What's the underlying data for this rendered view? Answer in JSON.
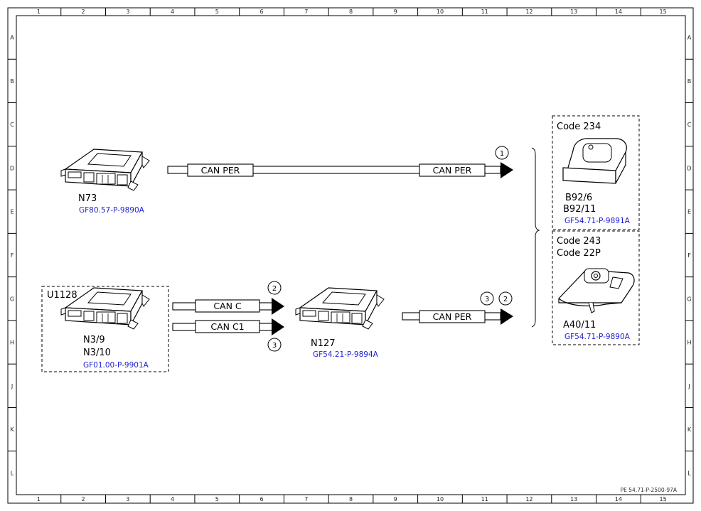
{
  "grid": {
    "columns": [
      "1",
      "2",
      "3",
      "4",
      "5",
      "6",
      "7",
      "8",
      "9",
      "10",
      "11",
      "12",
      "13",
      "14",
      "15"
    ],
    "rows": [
      "A",
      "B",
      "C",
      "D",
      "E",
      "F",
      "G",
      "H",
      "J",
      "K",
      "L"
    ]
  },
  "components": {
    "n73": {
      "label": "N73",
      "ref": "GF80.57-P-9890A"
    },
    "u1128": {
      "group_label": "U1128",
      "label1": "N3/9",
      "label2": "N3/10",
      "ref": "GF01.00-P-9901A"
    },
    "n127": {
      "label": "N127",
      "ref": "GF54.21-P-9894A"
    },
    "b92": {
      "code": "Code 234",
      "label1": "B92/6",
      "label2": "B92/11",
      "ref": "GF54.71-P-9891A"
    },
    "a40": {
      "code1": "Code 243",
      "code2": "Code 22P",
      "label": "A40/11",
      "ref": "GF54.71-P-9890A"
    }
  },
  "buses": {
    "top_left": "CAN PER",
    "top_right": "CAN PER",
    "can_c": "CAN C",
    "can_c1": "CAN C1",
    "bottom_right": "CAN PER"
  },
  "markers": {
    "top": "1",
    "can_c": "2",
    "can_c1": "3",
    "right_a": "3",
    "right_b": "2"
  },
  "doc_id": "PE 54.71-P-2500-97A"
}
